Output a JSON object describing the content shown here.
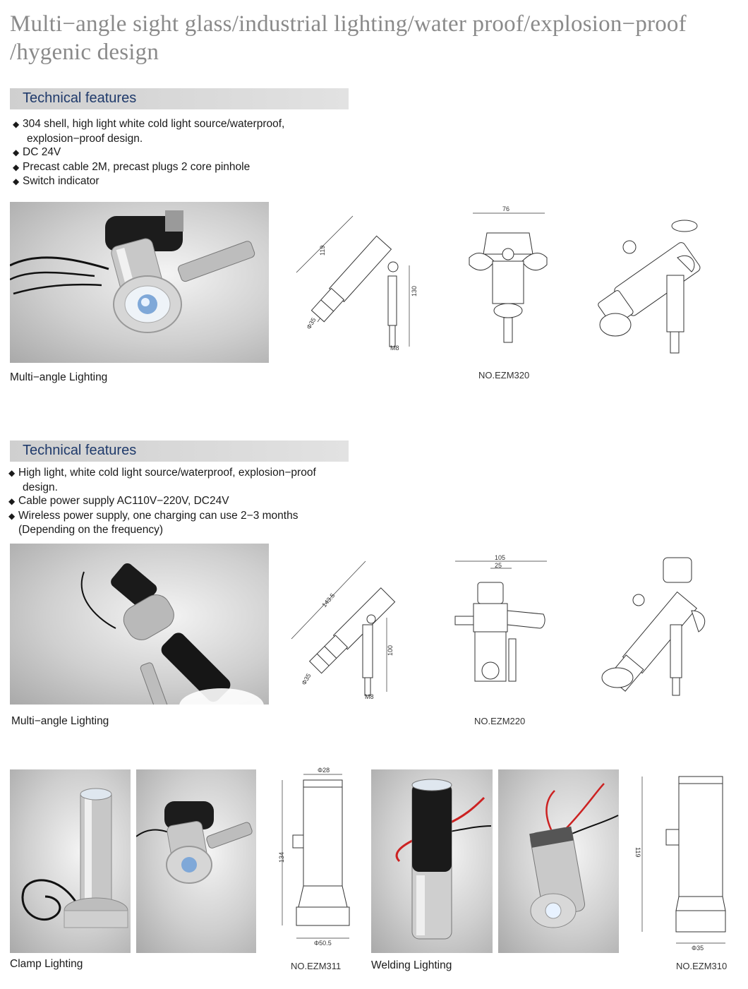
{
  "title": {
    "line1": "Multi−angle sight glass/industrial lighting/water proof/explosion−proof",
    "line2": "/hygenic design"
  },
  "section1": {
    "heading": "Technical features",
    "items": [
      {
        "text": "304 shell, high light white cold light source/waterproof,",
        "cont": "explosion−proof design."
      },
      {
        "text": "DC 24V"
      },
      {
        "text": "Precast cable 2M, precast plugs 2 core pinhole"
      },
      {
        "text": "Switch indicator"
      }
    ],
    "photo_caption": "Multi−angle Lighting",
    "model": "NO.EZM320",
    "dims": {
      "length": "119",
      "height": "130",
      "width": "76",
      "dia": "Φ35",
      "thread": "M8"
    }
  },
  "section2": {
    "heading": "Technical features",
    "items": [
      {
        "text": "High light, white cold light source/waterproof, explosion−proof",
        "cont": "design."
      },
      {
        "text": "Cable power supply AC110V−220V, DC24V"
      },
      {
        "text": "Wireless power supply, one charging can use 2−3 months",
        "cont": "(Depending on the frequency)"
      }
    ],
    "photo_caption": "Multi−angle Lighting",
    "model": "NO.EZM220",
    "dims": {
      "length": "143.5",
      "height": "100",
      "width": "105",
      "width2": "25",
      "dia": "Φ35",
      "thread": "M8"
    }
  },
  "section3": {
    "clamp_caption": "Clamp Lighting",
    "clamp_model": "NO.EZM311",
    "clamp_dims": {
      "top": "Φ28",
      "height": "134",
      "bottom": "Φ50.5"
    },
    "welding_caption": "Welding Lighting",
    "welding_model": "NO.EZM310",
    "welding_dims": {
      "height": "119",
      "bottom": "Φ35"
    }
  },
  "bullet_glyph": "◆"
}
